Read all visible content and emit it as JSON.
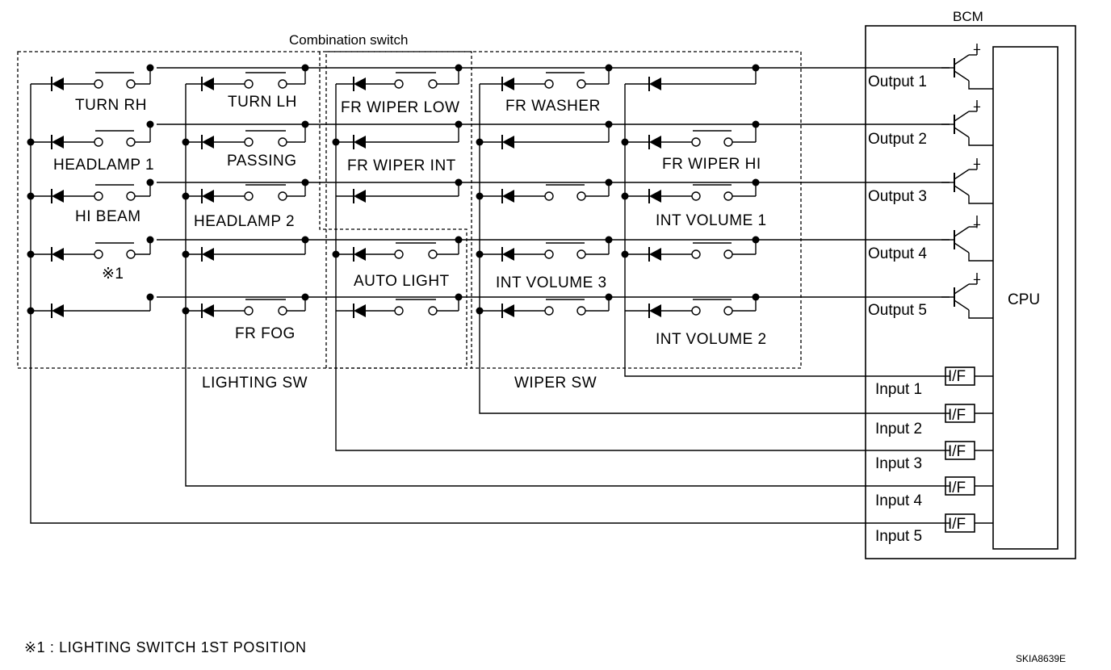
{
  "diagram": {
    "combination_switch_label": "Combination switch",
    "lighting_sw_label": "LIGHTING SW",
    "wiper_sw_label": "WIPER SW",
    "bcm_label": "BCM",
    "cpu_label": "CPU",
    "switches": [
      "TURN RH",
      "TURN LH",
      "FR WIPER LOW",
      "FR WASHER",
      "HEADLAMP 1",
      "PASSING",
      "FR WIPER INT",
      "FR WIPER HI",
      "HI BEAM",
      "HEADLAMP 2",
      "INT VOLUME 1",
      "※1",
      "AUTO LIGHT",
      "INT VOLUME 3",
      "FR FOG",
      "INT VOLUME 2"
    ],
    "outputs": [
      "Output 1",
      "Output 2",
      "Output 3",
      "Output 4",
      "Output 5"
    ],
    "inputs": [
      "Input 1",
      "Input 2",
      "Input 3",
      "Input 4",
      "Input 5"
    ],
    "interface_label": "I/F",
    "plus_sign": "+",
    "footnote": "※1 : LIGHTING SWITCH 1ST POSITION",
    "figure_code": "SKIA8639E"
  }
}
